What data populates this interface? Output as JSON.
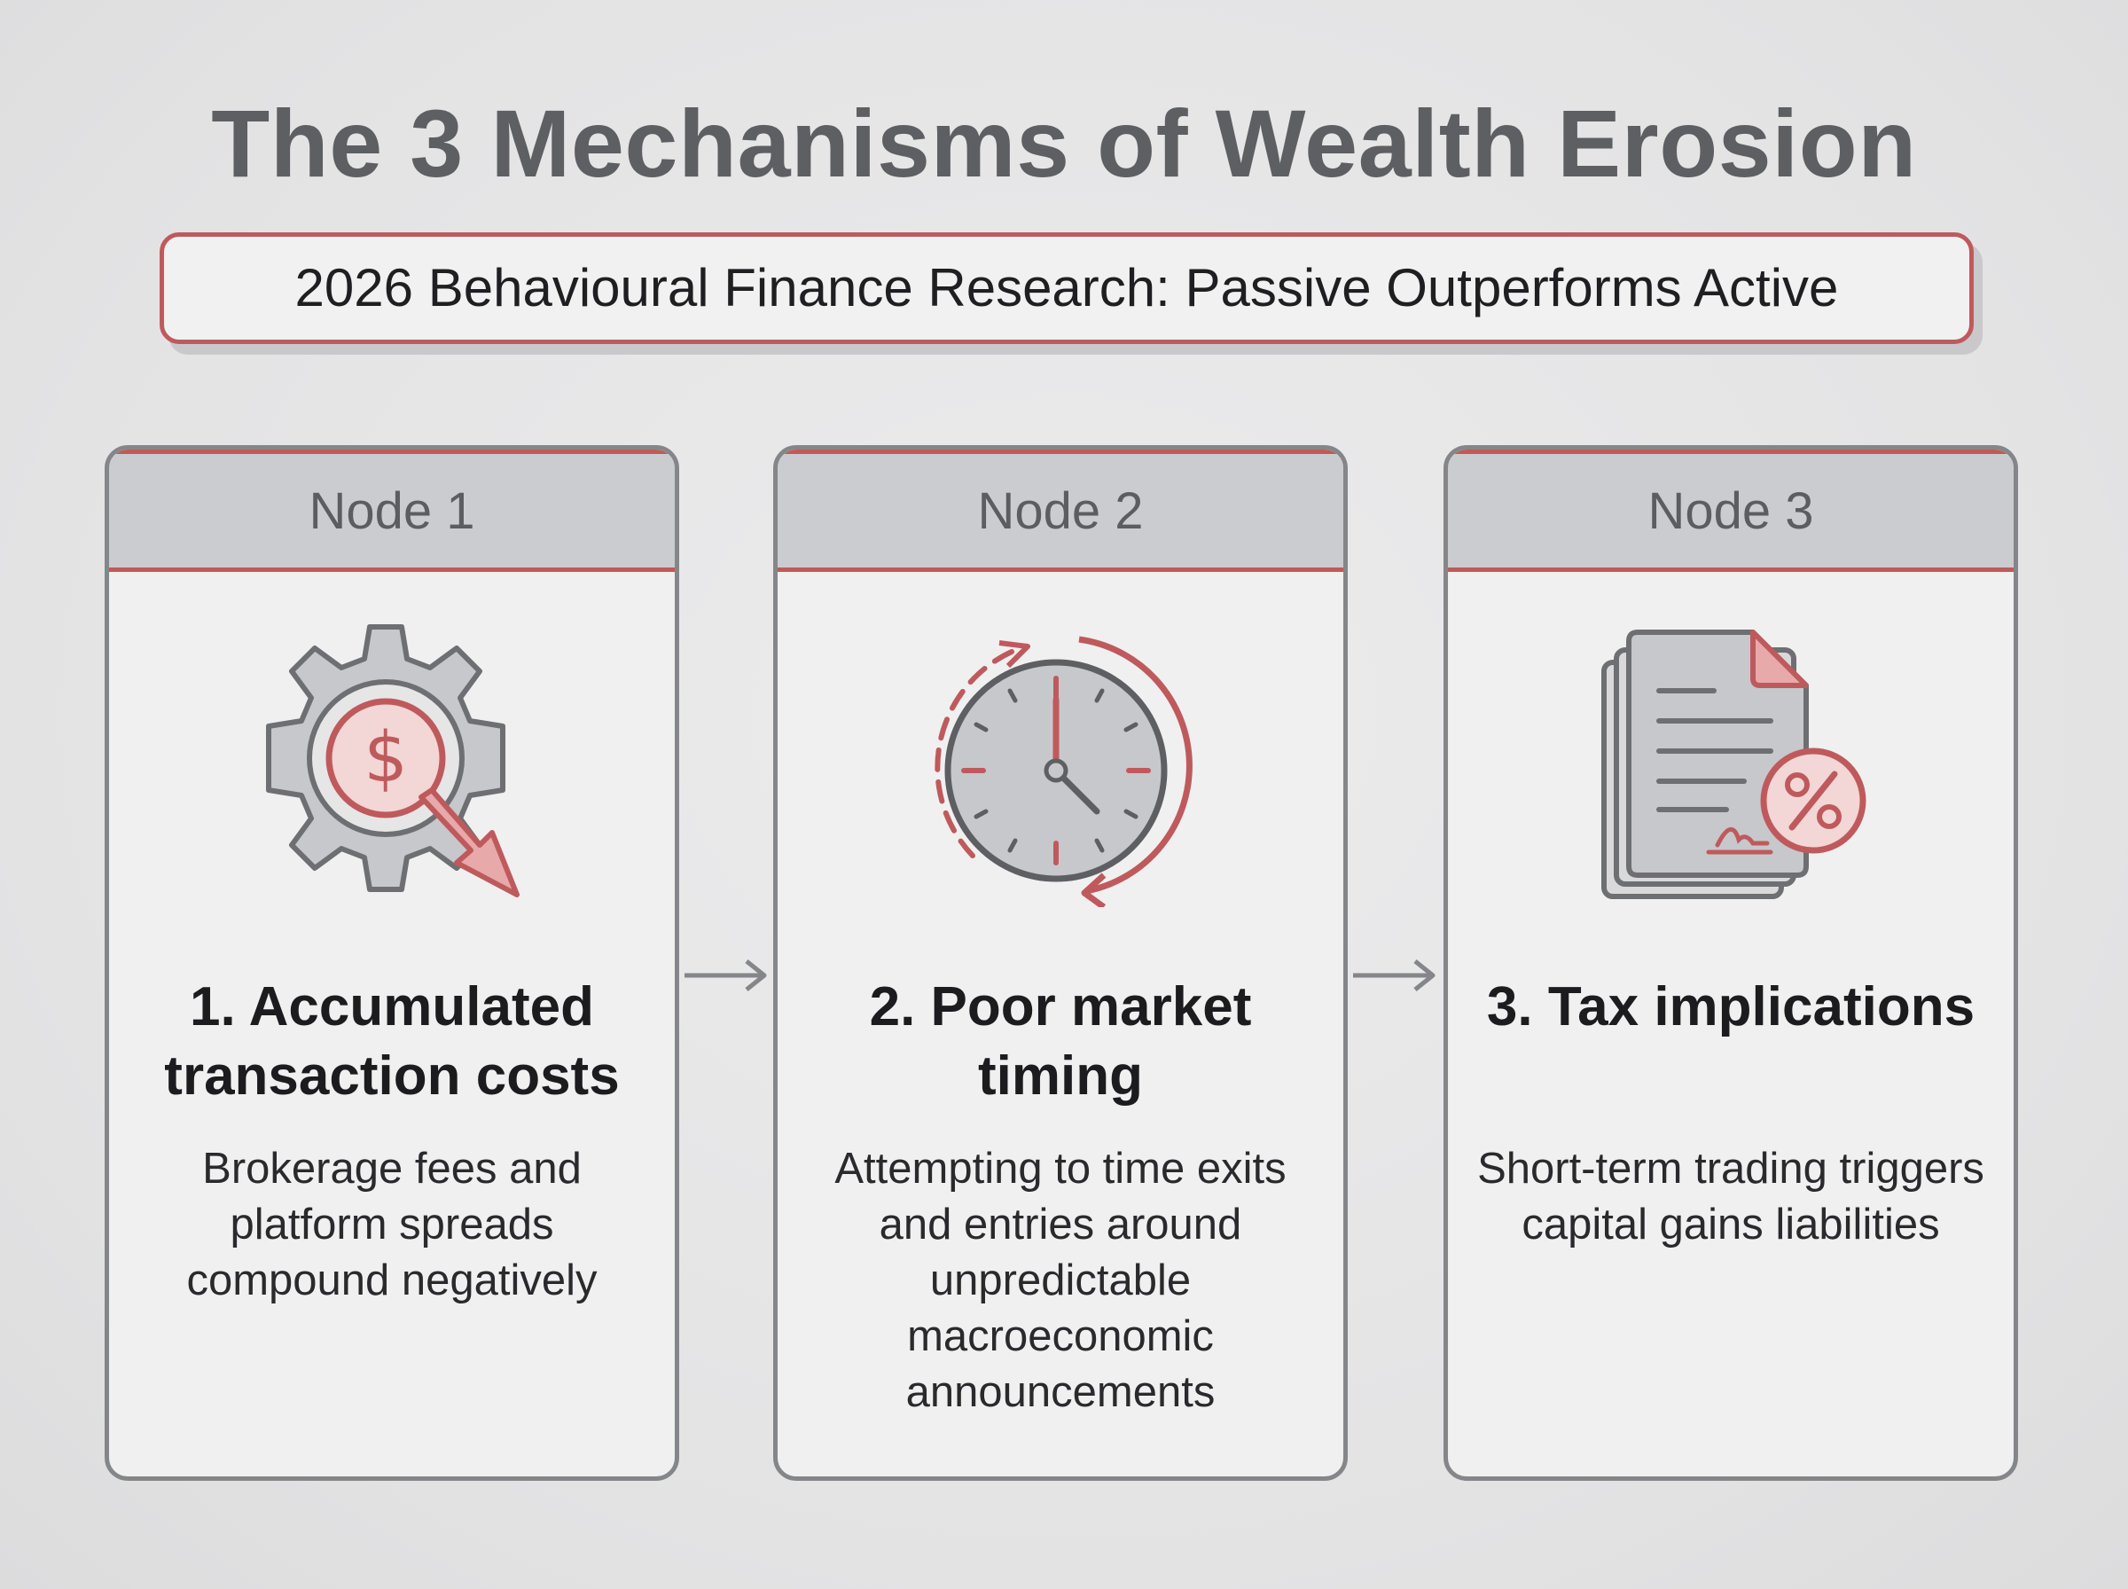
{
  "title": "The 3 Mechanisms of Wealth Erosion",
  "subtitle": "2026 Behavioural Finance Research: Passive Outperforms Active",
  "colors": {
    "accent": "#bf5a5c",
    "icon_gray": "#c7c8cb",
    "outline": "#858689",
    "header_fill": "#cbcccf"
  },
  "nodes": [
    {
      "label": "Node 1",
      "title": "1. Accumulated transaction costs",
      "description": "Brokerage fees and platform spreads compound negatively",
      "icon": "gear-dollar-down-arrow-icon"
    },
    {
      "label": "Node 2",
      "title": "2. Poor market timing",
      "description": "Attempting to time exits and entries around unpredictable macroeconomic announcements",
      "icon": "clock-cycle-icon"
    },
    {
      "label": "Node 3",
      "title": "3. Tax implications",
      "description": "Short-term trading triggers capital gains liabilities",
      "icon": "tax-document-percent-icon"
    }
  ]
}
